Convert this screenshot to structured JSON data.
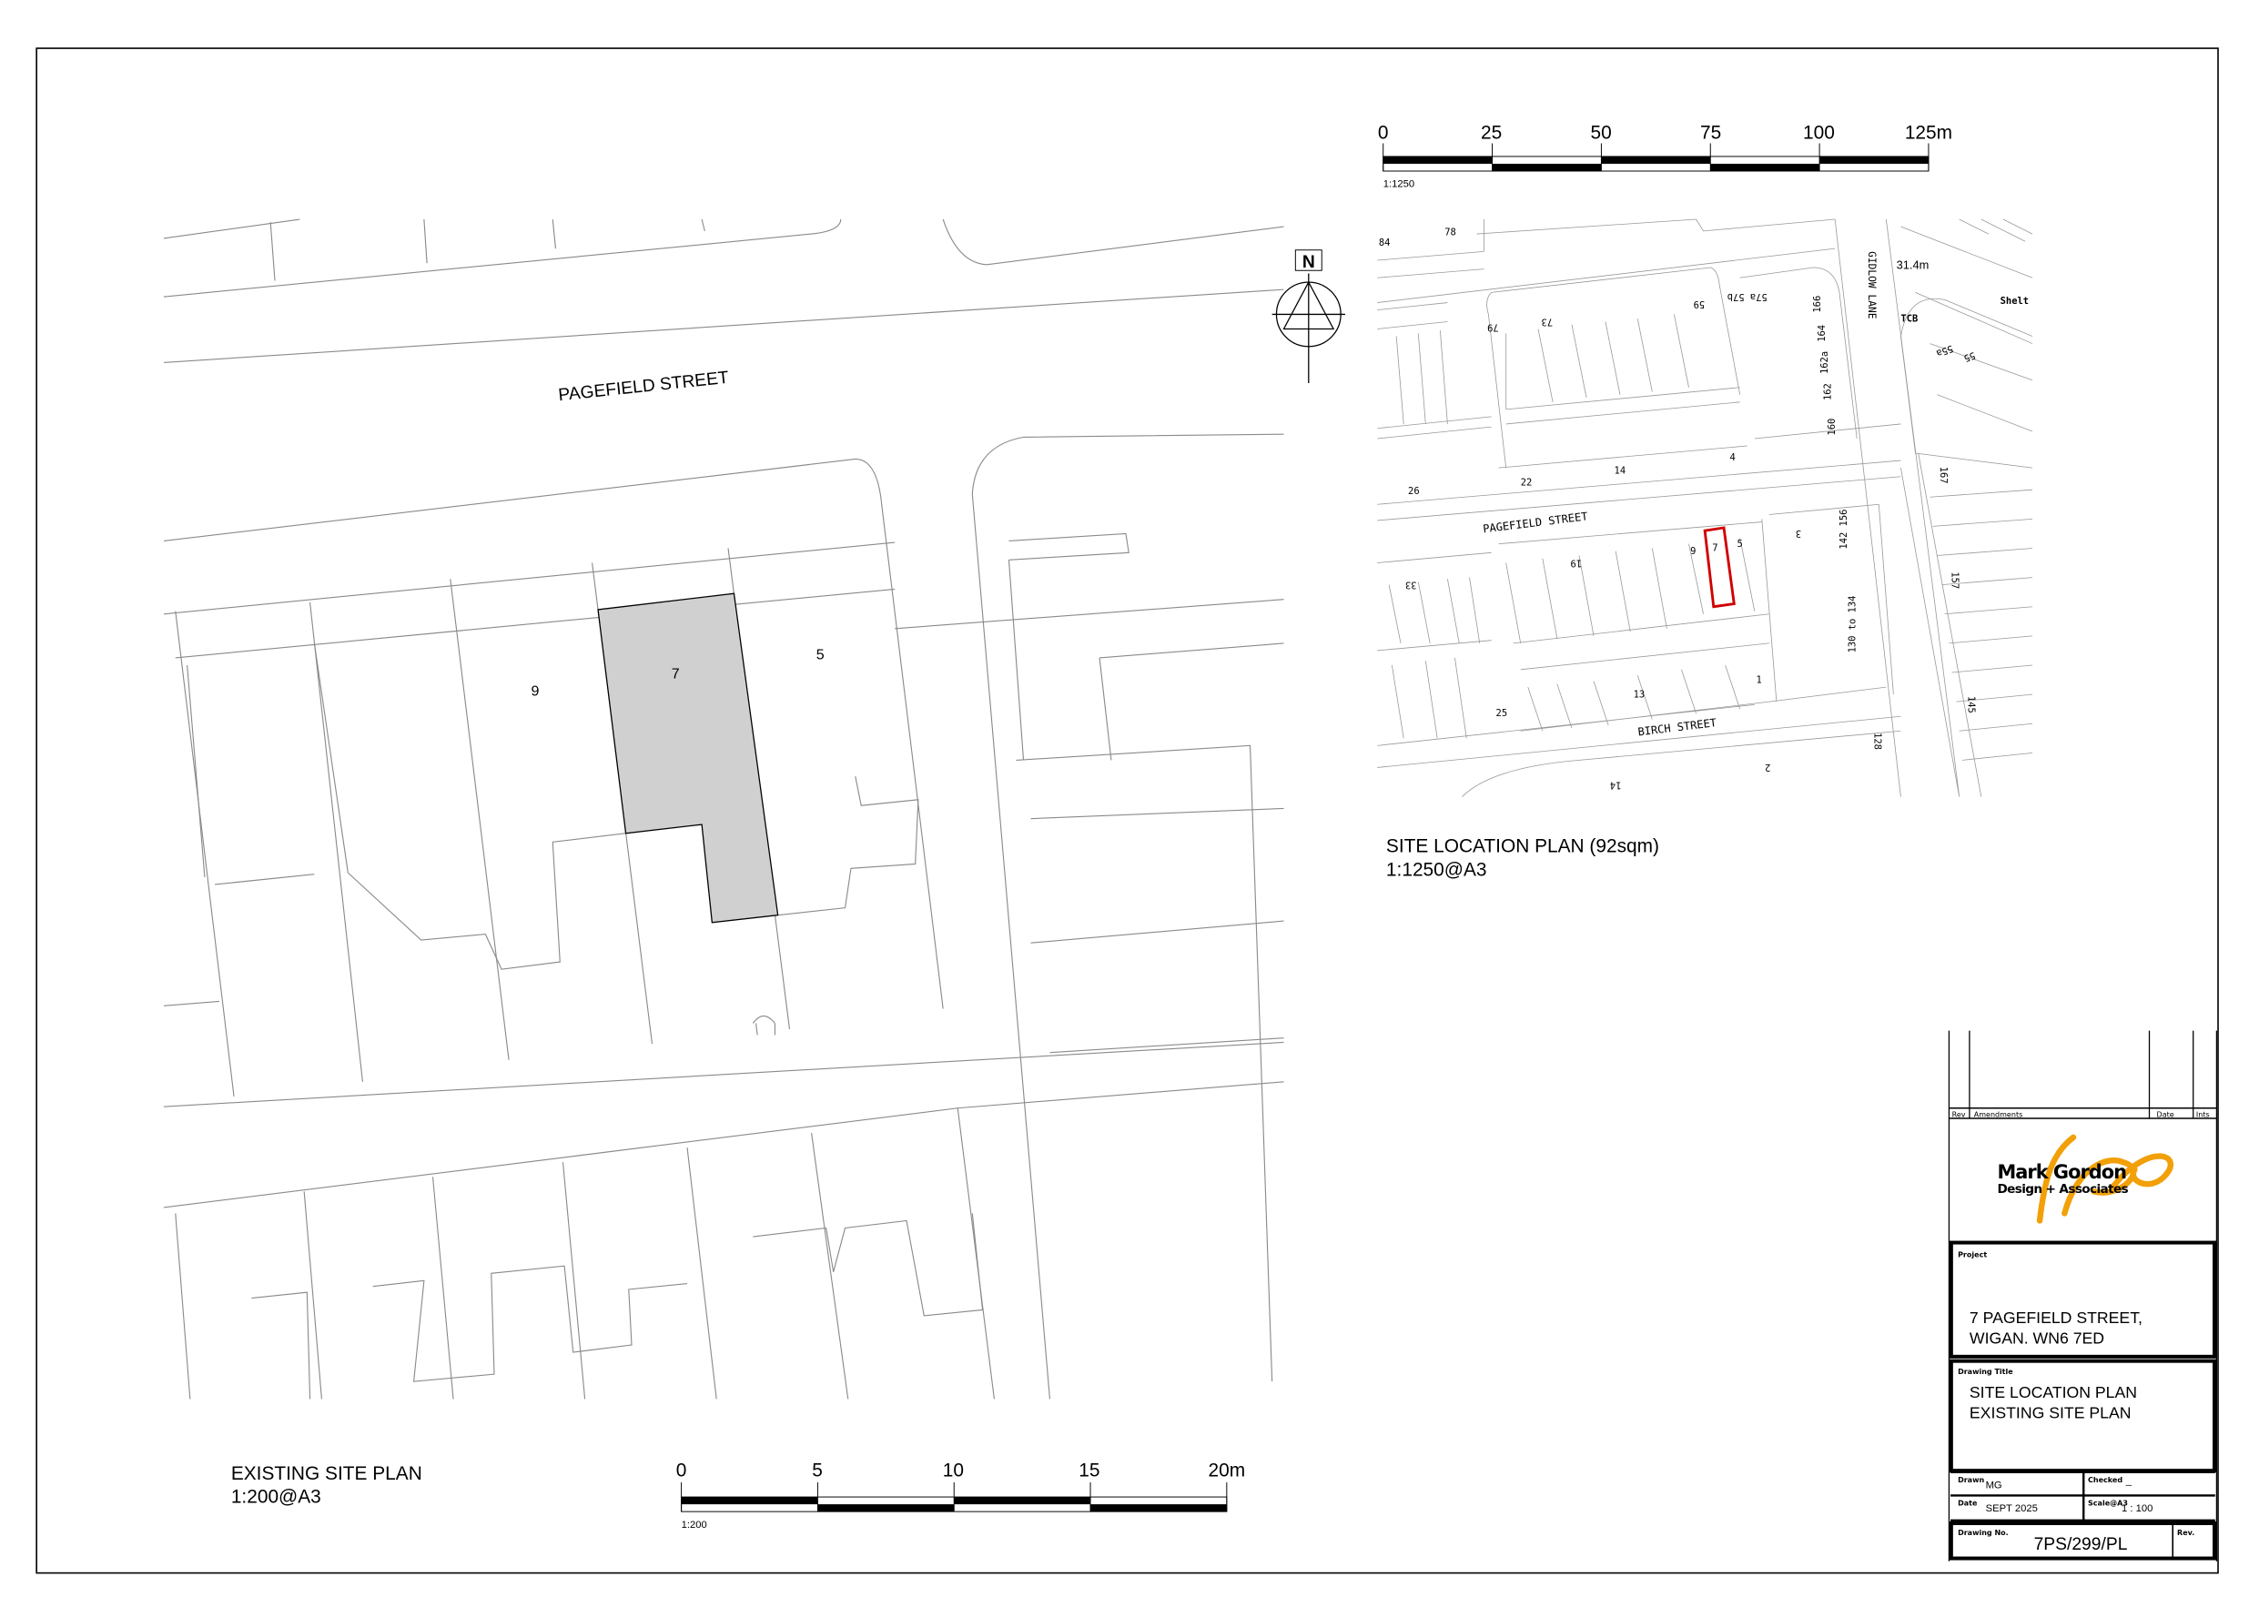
{
  "existing_site_plan": {
    "title": "EXISTING SITE PLAN",
    "scale": "1:200@A3",
    "street_label": "PAGEFIELD STREET",
    "plot_labels": [
      "9",
      "7",
      "5"
    ],
    "highlight_fill": "#d0d0d0",
    "north_label": "N",
    "scale_bar": {
      "ticks": [
        "0",
        "5",
        "10",
        "15",
        "20m"
      ],
      "ratio": "1:200"
    }
  },
  "site_location_plan": {
    "title": "SITE LOCATION PLAN (92sqm)",
    "scale": "1:1250@A3",
    "site_outline_color": "#d00000",
    "scale_bar": {
      "ticks": [
        "0",
        "25",
        "50",
        "75",
        "100",
        "125m"
      ],
      "ratio": "1:1250"
    },
    "labels": {
      "pagefield": "PAGEFIELD STREET",
      "birch": "BIRCH STREET",
      "gidlow": "GIDLOW LANE",
      "level": "31.4m",
      "tcb": "TCB",
      "shelt": "Shelt",
      "n84": "84",
      "n78": "78",
      "n79": "79",
      "n73": "73",
      "n59": "59",
      "n57": "57a 57b",
      "n166": "166",
      "n164": "164",
      "n162a": "162a",
      "n162": "162",
      "n160": "160",
      "n55a": "55a",
      "n55": "55",
      "n26": "26",
      "n22": "22",
      "n14a": "14",
      "n4": "4",
      "n167": "167",
      "n9": "9",
      "n7": "7",
      "n5": "5",
      "n3": "3",
      "n142": "142 156",
      "n19": "19",
      "n33": "33",
      "n157": "157",
      "n130": "130 to 134",
      "n1": "1",
      "n13": "13",
      "n25": "25",
      "n145": "145",
      "n128": "128",
      "n2": "2",
      "n14b": "14"
    }
  },
  "title_block": {
    "amend_headers": {
      "rev": "Rev",
      "amendments": "Amendments",
      "date": "Date",
      "ints": "Ints"
    },
    "logo": {
      "line1": "Mark Gordon",
      "line2": "Design + Associates",
      "accent": "#f2a007"
    },
    "project_label": "Project",
    "project_line1": "7 PAGEFIELD STREET,",
    "project_line2": "WIGAN. WN6 7ED",
    "drawing_title_label": "Drawing Title",
    "drawing_title_line1": "SITE LOCATION PLAN",
    "drawing_title_line2": "EXISTING SITE PLAN",
    "drawn_label": "Drawn",
    "drawn_value": "MG",
    "checked_label": "Checked",
    "checked_value": "_",
    "date_label": "Date",
    "date_value": "SEPT 2025",
    "scale_label": "Scale@A3",
    "scale_value": "1 : 100",
    "drawing_no_label": "Drawing No.",
    "drawing_no_value": "7PS/299/PL",
    "rev_label": "Rev."
  }
}
